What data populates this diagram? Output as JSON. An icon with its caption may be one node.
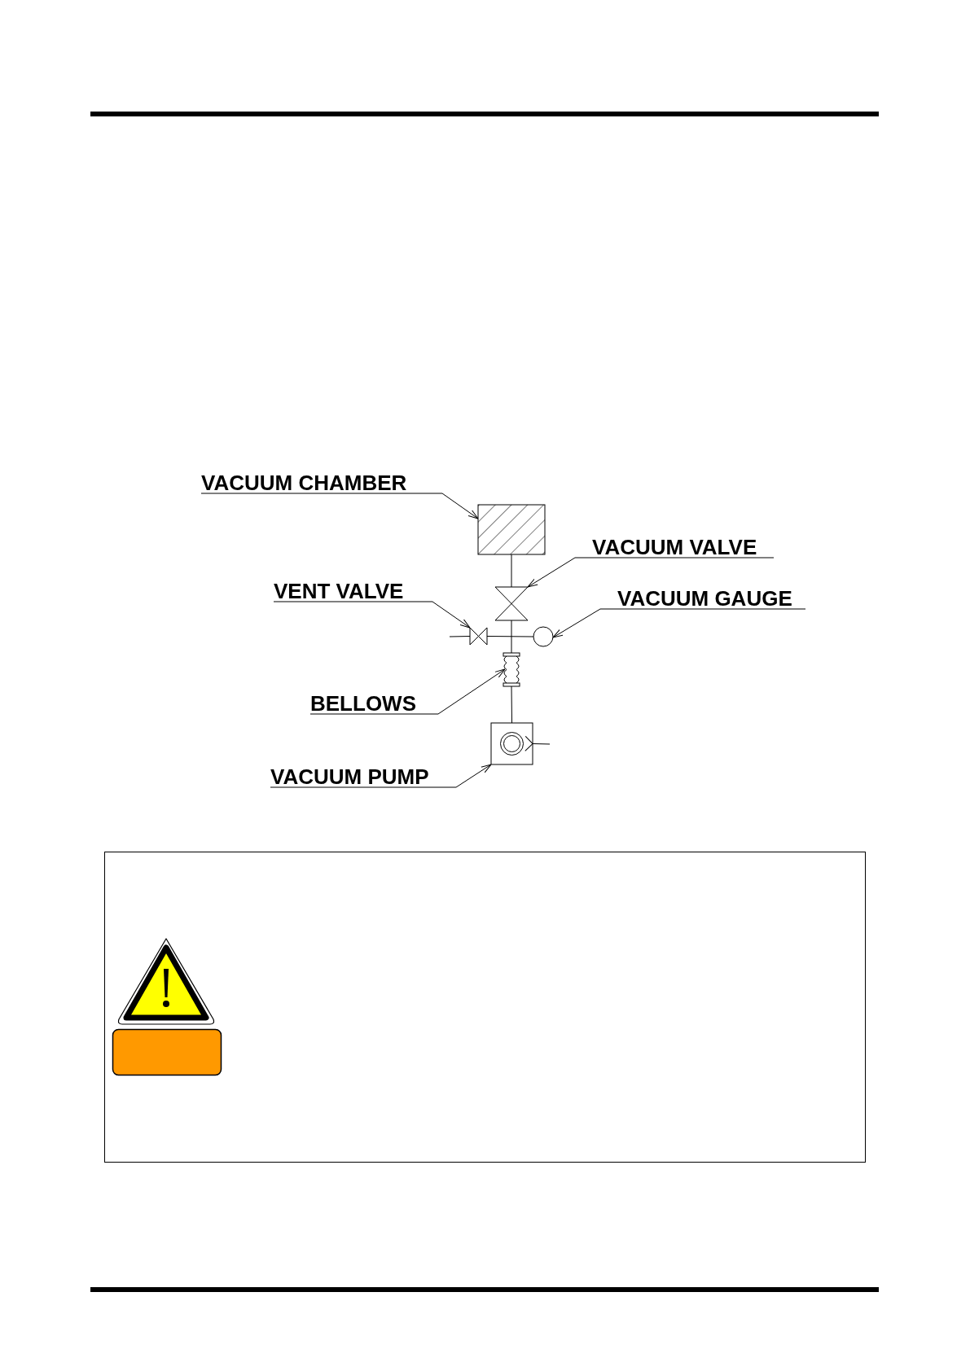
{
  "diagram": {
    "nodes": [
      {
        "text": [
          "VACUUM CHAMBER"
        ]
      },
      {
        "text": [],
        "shape": "box"
      },
      {
        "text": [
          "VACUUM VALVE"
        ]
      },
      {
        "text": [
          "VENT VALVE"
        ]
      },
      {
        "text": [],
        "shape": "valve"
      },
      {
        "text": [
          "VACUUM GAUGE"
        ]
      },
      {
        "text": [],
        "shape": "valve"
      },
      {
        "text": [],
        "shape": "circle"
      },
      {
        "text": [
          "BELLOWS"
        ]
      },
      {
        "text": [],
        "shape": "bellows"
      },
      {
        "text": [],
        "shape": "pump"
      },
      {
        "text": [
          "VACUUM PUMP"
        ]
      }
    ],
    "edges": [
      {
        "from": 0,
        "to": 1,
        "arrow": "to"
      },
      {
        "from": 2,
        "to": 4,
        "arrow": "to"
      },
      {
        "from": 3,
        "to": 6,
        "arrow": "to"
      },
      {
        "from": 5,
        "to": 7,
        "arrow": "to"
      },
      {
        "from": 8,
        "to": 9,
        "arrow": "to"
      },
      {
        "from": 11,
        "to": 10,
        "arrow": "to"
      },
      {
        "from": 1,
        "to": 4,
        "arrow": "none"
      },
      {
        "from": 4,
        "to": 9,
        "arrow": "none"
      },
      {
        "from": 6,
        "to": 7,
        "arrow": "none"
      },
      {
        "from": null,
        "to": 6,
        "arrow": "none"
      },
      {
        "from": 9,
        "to": 10,
        "arrow": "none"
      },
      {
        "from": 10,
        "to": null,
        "arrow": "other"
      }
    ]
  }
}
